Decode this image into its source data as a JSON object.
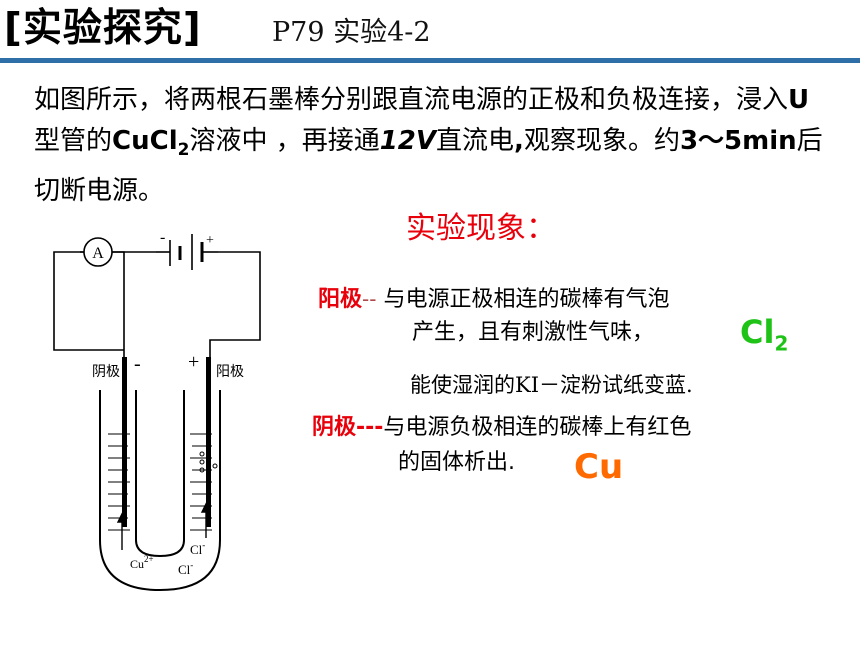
{
  "title": {
    "main": "[实验探究]",
    "sub": "P79 实验4-2"
  },
  "intro": {
    "p1": "如图所示，将两根石墨棒分别跟直流电源的正极和负极连接，浸入",
    "u": "U",
    "p2": "型管的",
    "cucl": "CuCl",
    "sub2": "2",
    "p3": "溶液中 ，再接通",
    "volt": "12V",
    "p4": "直流电",
    "comma": ",",
    "p5": "观察现象。约",
    "time": "3～5min",
    "p6": "后切断电源。"
  },
  "phenomenon": {
    "heading": "实验现象：",
    "anode_label": "阳极",
    "anode_dash": "--",
    "anode_text1": " 与电源正极相连的碳棒有气泡",
    "anode_text2": "产生，且有刺激性气味，",
    "cl": "Cl",
    "cl_sub": "2",
    "anode_text3": "能使湿润的KI－淀粉试纸变蓝.",
    "cathode_label": "阴极---",
    "cathode_text1": "与电源负极相连的碳棒上有红色",
    "cathode_text2": "的固体析出.",
    "cu": "Cu"
  },
  "diagram": {
    "ammeter": "A",
    "battery_minus": "-",
    "battery_plus": "+",
    "cathode_label": "阴极",
    "anode_label": "阳极",
    "left_sign": "-",
    "right_sign": "+",
    "ion_cu": "Cu",
    "ion_cu_charge": "2+",
    "ion_cl_a": "Cl",
    "ion_cl_b": "Cl",
    "ion_cl_charge": "-"
  }
}
